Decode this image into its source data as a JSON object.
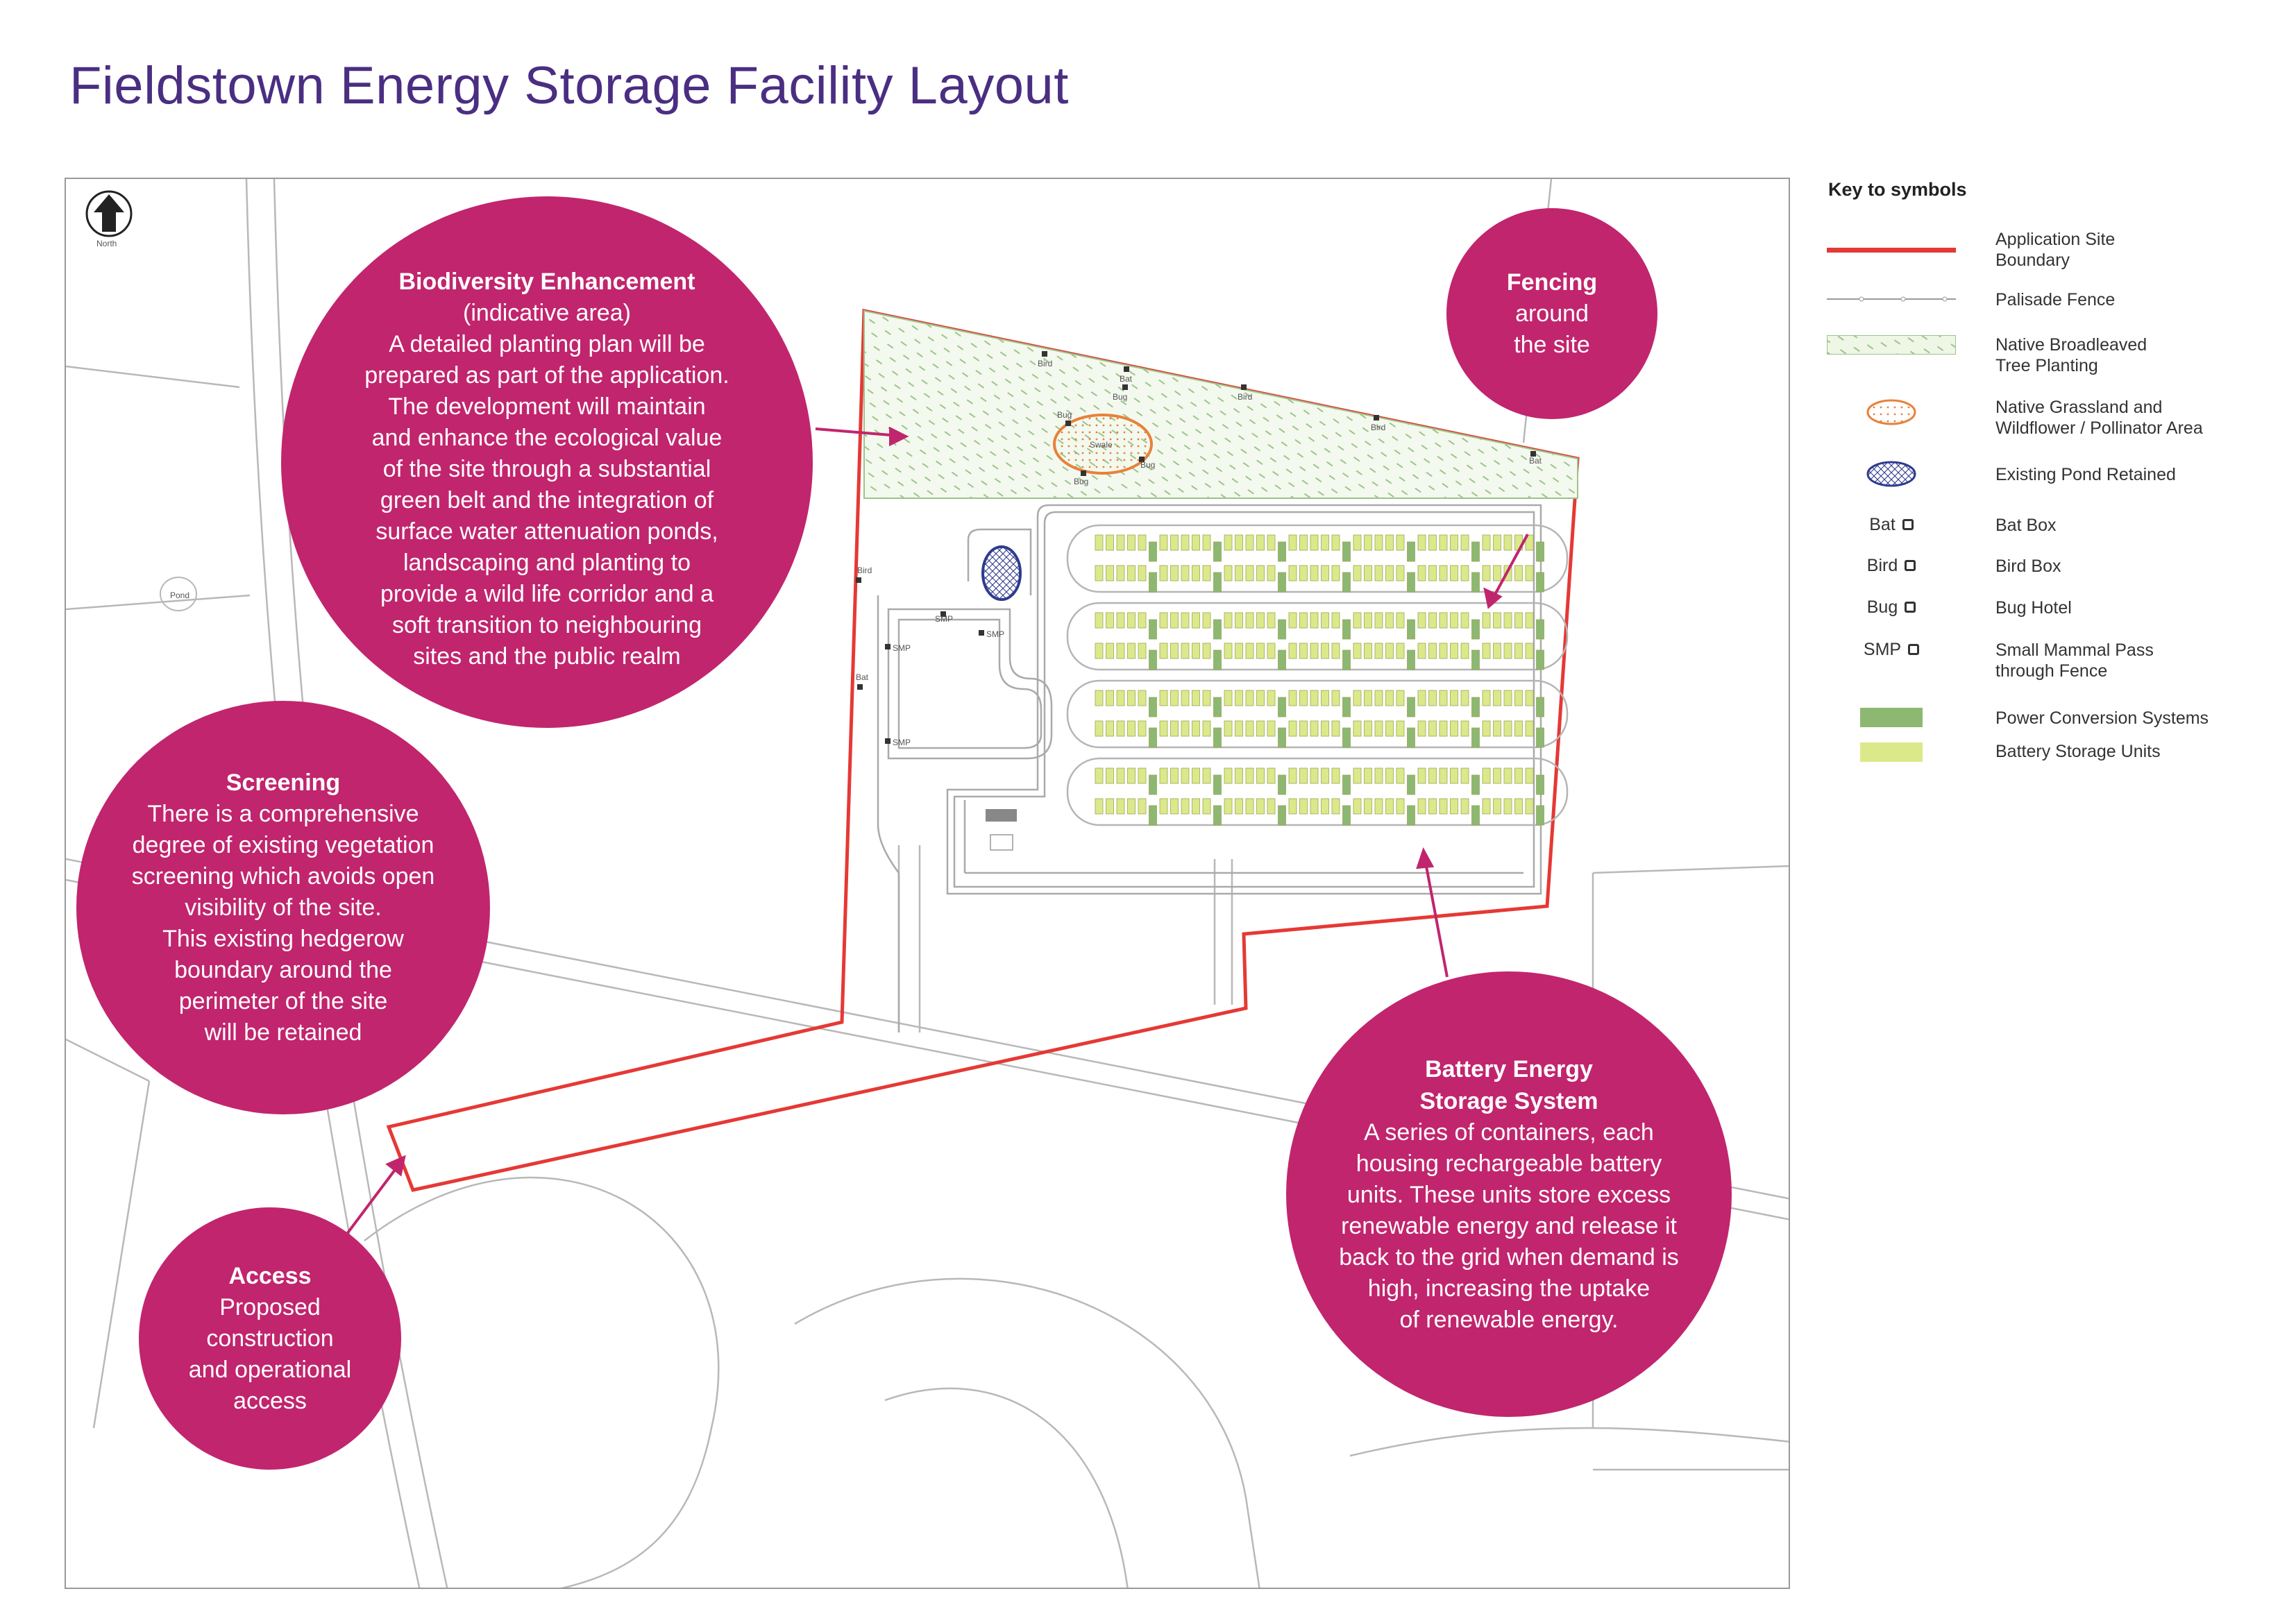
{
  "page": {
    "title": "Fieldstown Energy Storage Facility Layout"
  },
  "map": {
    "north_label": "North",
    "pond_label": "Pond",
    "swale_label": "Swale",
    "marker_labels": {
      "bird": "Bird",
      "bat": "Bat",
      "bug": "Bug",
      "smp": "SMP"
    },
    "colors": {
      "boundary": "#e53935",
      "tree_planting": "#eef6e6",
      "pcs": "#8db872",
      "battery": "#dce98a",
      "grassland_outline": "#e8813a",
      "pond_fill": "#c9cdea",
      "pond_outline": "#2f3b8f",
      "road": "#b8b8b8"
    },
    "battery_rows": 8,
    "units_per_row": 42
  },
  "callouts": {
    "biodiversity": {
      "title": "Biodiversity Enhancement",
      "subtitle": "(indicative area)",
      "lines": [
        "A detailed planting plan will be",
        "prepared as part of the application.",
        "The development will maintain",
        "and enhance the ecological value",
        "of the site through a substantial",
        "green belt and the integration of",
        "surface water attenuation ponds,",
        "landscaping and planting to",
        "provide a wild life corridor and a",
        "soft transition to neighbouring",
        "sites and the public realm"
      ]
    },
    "fencing": {
      "title": "Fencing",
      "lines": [
        "around",
        "the site"
      ]
    },
    "screening": {
      "title": "Screening",
      "lines": [
        "There is a comprehensive",
        "degree of existing vegetation",
        "screening which avoids open",
        "visibility of the site.",
        "This existing hedgerow",
        "boundary around the",
        "perimeter of the site",
        "will be retained"
      ]
    },
    "access": {
      "title": "Access",
      "lines": [
        "Proposed",
        "construction",
        "and operational",
        "access"
      ]
    },
    "bess": {
      "title_line1": "Battery Energy",
      "title_line2": "Storage System",
      "lines": [
        "A series of containers, each",
        "housing rechargeable battery",
        "units. These units store excess",
        "renewable energy and release it",
        "back to the grid when demand is",
        "high, increasing the uptake",
        "of renewable energy."
      ]
    }
  },
  "key": {
    "title": "Key to symbols",
    "items": [
      {
        "label_line1": "Application Site",
        "label_line2": "Boundary"
      },
      {
        "label_line1": "Palisade Fence",
        "label_line2": ""
      },
      {
        "label_line1": "Native Broadleaved",
        "label_line2": "Tree Planting"
      },
      {
        "label_line1": "Native Grassland and",
        "label_line2": "Wildflower / Pollinator Area"
      },
      {
        "label_line1": "Existing Pond Retained",
        "label_line2": ""
      },
      {
        "symbol": "Bat",
        "label_line1": "Bat Box",
        "label_line2": ""
      },
      {
        "symbol": "Bird",
        "label_line1": "Bird Box",
        "label_line2": ""
      },
      {
        "symbol": "Bug",
        "label_line1": "Bug Hotel",
        "label_line2": ""
      },
      {
        "symbol": "SMP",
        "label_line1": "Small Mammal Pass",
        "label_line2": "through Fence"
      },
      {
        "label_line1": "Power Conversion Systems",
        "label_line2": ""
      },
      {
        "label_line1": "Battery Storage Units",
        "label_line2": ""
      }
    ]
  }
}
